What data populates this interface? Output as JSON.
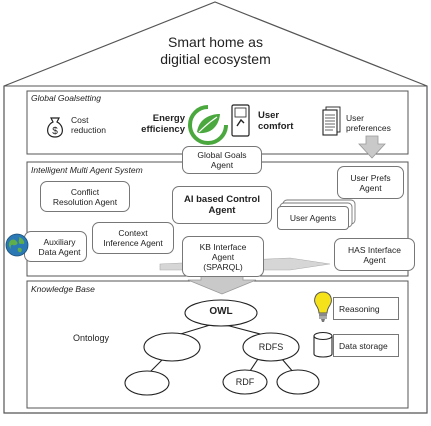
{
  "title": "Smart home as\ndigitial ecosystem",
  "goalsetting": {
    "section_label": "Global Goalsetting",
    "cost": "Cost\nreduction",
    "energy": "Energy\nefficiency",
    "comfort": "User\ncomfort",
    "prefs": "User\npreferences"
  },
  "agents": {
    "section_label": "Intelligent Multi Agent System",
    "global_goals": "Global Goals\nAgent",
    "user_prefs": "User Prefs\nAgent",
    "conflict": "Conflict\nResolution Agent",
    "control": "AI based Control\nAgent",
    "user_agents": "User Agents",
    "context": "Context\nInference Agent",
    "auxiliary": "Auxiliary\nData Agent",
    "kb_interface": "KB Interface\nAgent\n(SPARQL)",
    "has_interface": "HAS Interface\nAgent"
  },
  "knowledge": {
    "section_label": "Knowledge Base",
    "ontology": "Ontology",
    "owl": "OWL",
    "rdfs": "RDFS",
    "rdf": "RDF",
    "reasoning": "Reasoning",
    "storage": "Data storage"
  },
  "icons": {
    "cost": "money-bag-icon",
    "energy": "green-leaf-icon",
    "comfort": "touch-panel-icon",
    "prefs": "document-stack-icon",
    "auxiliary": "globe-icon",
    "reasoning": "light-bulb-icon",
    "storage": "database-icon"
  },
  "colors": {
    "leaf_green": "#4aa83e",
    "bulb_yellow": "#f5e21a",
    "globe_blue": "#2a79b5",
    "arrow_gray": "#c9c9c9"
  }
}
